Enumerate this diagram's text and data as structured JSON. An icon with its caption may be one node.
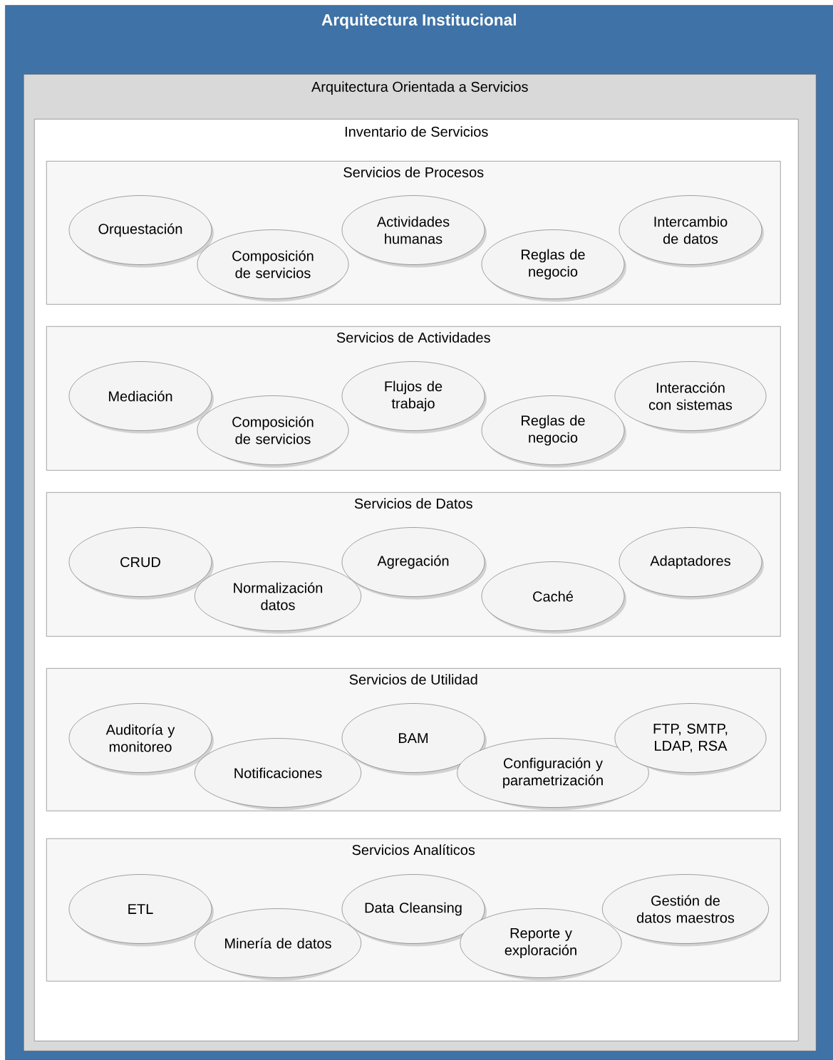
{
  "diagram": {
    "nodes": [
      {
        "text": [
          "Arquitectura Institucional"
        ]
      },
      {
        "text": [
          "Arquitectura Orientada a Servicios"
        ],
        "in": 0
      },
      {
        "text": [
          "Inventario de Servicios"
        ],
        "in": 1
      },
      {
        "text": [
          "Servicios de Procesos"
        ],
        "in": 2
      },
      {
        "text": [
          "Orquestación"
        ],
        "in": 3
      },
      {
        "text": [
          "Composición de servicios"
        ],
        "in": 3
      },
      {
        "text": [
          "Actividades humanas"
        ],
        "in": 3
      },
      {
        "text": [
          "Reglas de negocio"
        ],
        "in": 3
      },
      {
        "text": [
          "Intercambio de datos"
        ],
        "in": 3
      },
      {
        "text": [
          "Servicios de Actividades"
        ],
        "in": 2
      },
      {
        "text": [
          "Mediación"
        ],
        "in": 9
      },
      {
        "text": [
          "Composición de servicios"
        ],
        "in": 9
      },
      {
        "text": [
          "Flujos de trabajo"
        ],
        "in": 9
      },
      {
        "text": [
          "Reglas de negocio"
        ],
        "in": 9
      },
      {
        "text": [
          "Interacción con sistemas"
        ],
        "in": 9
      },
      {
        "text": [
          "Servicios de Datos"
        ],
        "in": 2
      },
      {
        "text": [
          "CRUD"
        ],
        "in": 15
      },
      {
        "text": [
          "Normalización datos"
        ],
        "in": 15
      },
      {
        "text": [
          "Agregación"
        ],
        "in": 15
      },
      {
        "text": [
          "Caché"
        ],
        "in": 15
      },
      {
        "text": [
          "Adaptadores"
        ],
        "in": 15
      },
      {
        "text": [
          "Servicios de Utilidad"
        ],
        "in": 2
      },
      {
        "text": [
          "Auditoría y monitoreo"
        ],
        "in": 21
      },
      {
        "text": [
          "Notificaciones"
        ],
        "in": 21
      },
      {
        "text": [
          "BAM"
        ],
        "in": 21
      },
      {
        "text": [
          "Configuración y parametrización"
        ],
        "in": 21
      },
      {
        "text": [
          "FTP, SMTP, LDAP, RSA"
        ],
        "in": 21
      },
      {
        "text": [
          "Servicios Analíticos"
        ],
        "in": 2
      },
      {
        "text": [
          "ETL"
        ],
        "in": 27
      },
      {
        "text": [
          "Minería de datos"
        ],
        "in": 27
      },
      {
        "text": [
          "Data Cleansing"
        ],
        "in": 27
      },
      {
        "text": [
          "Reporte y exploración"
        ],
        "in": 27
      },
      {
        "text": [
          "Gestión de datos maestros"
        ],
        "in": 27
      }
    ]
  }
}
